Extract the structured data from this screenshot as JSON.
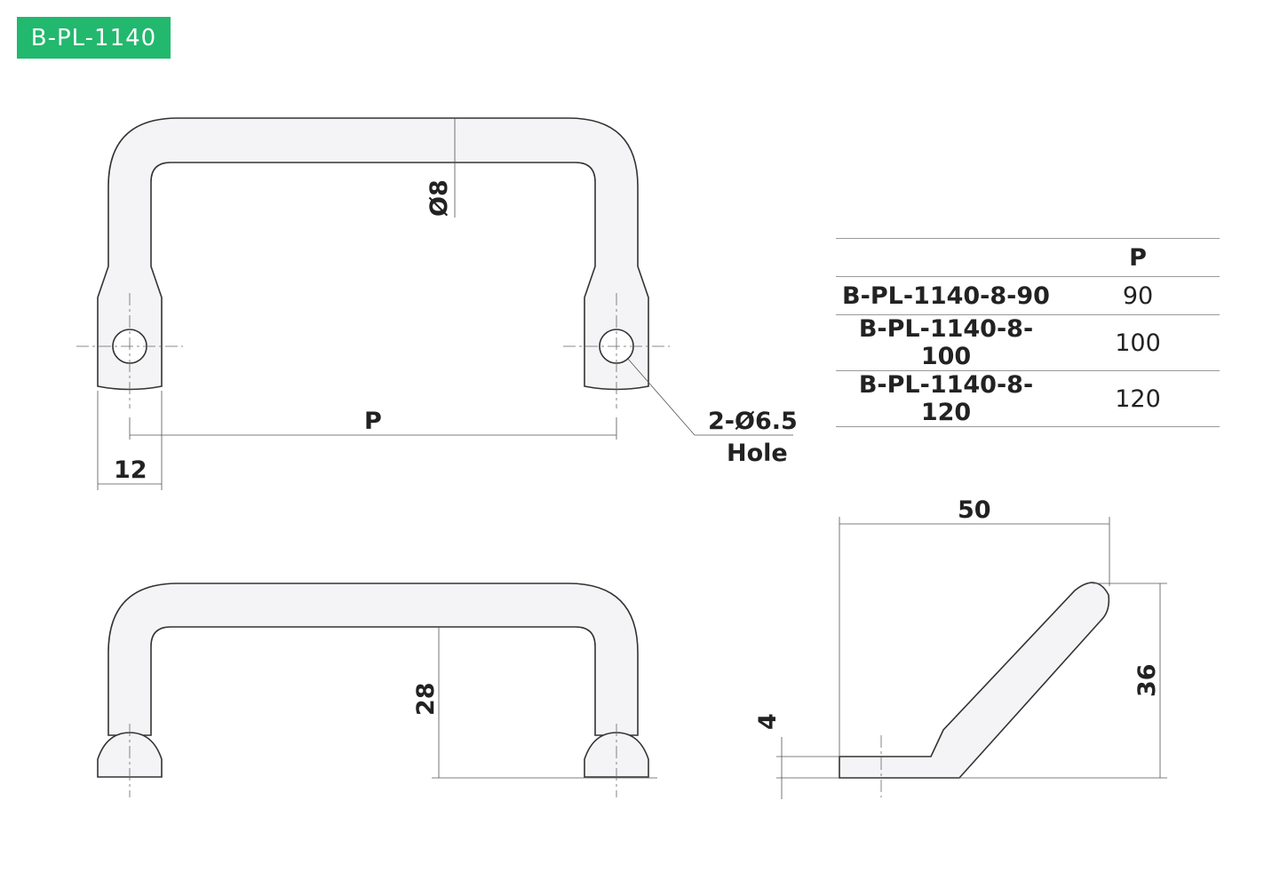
{
  "badge": "B-PL-1140",
  "dims": {
    "diameter": "Ø8",
    "pitch": "P",
    "width": "12",
    "hole": "2-Ø6.5",
    "hole_label": "Hole",
    "height": "28",
    "depth": "50",
    "rise": "36",
    "thickness": "4"
  },
  "table": {
    "header": "P",
    "rows": [
      {
        "model": "B-PL-1140-8-90",
        "p": "90"
      },
      {
        "model": "B-PL-1140-8-100",
        "p": "100"
      },
      {
        "model": "B-PL-1140-8-120",
        "p": "120"
      }
    ]
  },
  "colors": {
    "badge": "#22b86e"
  }
}
